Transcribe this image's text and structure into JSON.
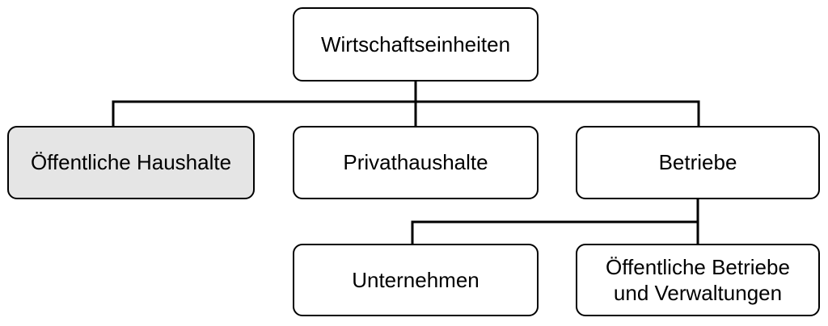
{
  "nodes": {
    "root": {
      "label": "Wirtschaftseinheiten"
    },
    "oeffentliche_haushalte": {
      "label": "Öffentliche Haushalte",
      "highlighted": true
    },
    "privathaushalte": {
      "label": "Privathaushalte",
      "highlighted": false
    },
    "betriebe": {
      "label": "Betriebe",
      "highlighted": false
    },
    "unternehmen": {
      "label": "Unternehmen",
      "highlighted": false
    },
    "oeffentliche_betriebe": {
      "label": "Öffentliche Betriebe und Verwaltungen",
      "highlighted": false
    }
  },
  "edges": [
    {
      "from": "Wirtschaftseinheiten",
      "to": "Öffentliche Haushalte"
    },
    {
      "from": "Wirtschaftseinheiten",
      "to": "Privathaushalte"
    },
    {
      "from": "Wirtschaftseinheiten",
      "to": "Betriebe"
    },
    {
      "from": "Betriebe",
      "to": "Unternehmen"
    },
    {
      "from": "Betriebe",
      "to": "Öffentliche Betriebe und Verwaltungen"
    }
  ],
  "colors": {
    "background": "#ffffff",
    "node_fill": "#ffffff",
    "highlight_fill": "#e5e5e5",
    "border": "#000000",
    "text": "#000000",
    "connector": "#000000"
  }
}
